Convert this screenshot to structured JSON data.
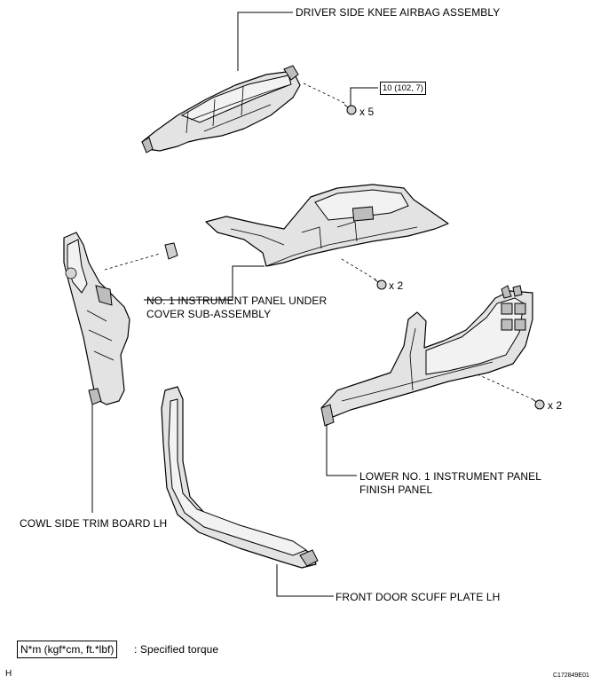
{
  "labels": {
    "knee_airbag": "DRIVER SIDE KNEE AIRBAG ASSEMBLY",
    "under_cover_line1": "NO. 1 INSTRUMENT PANEL UNDER",
    "under_cover_line2": "COVER SUB-ASSEMBLY",
    "finish_panel_line1": "LOWER NO. 1 INSTRUMENT PANEL",
    "finish_panel_line2": "FINISH PANEL",
    "cowl_trim": "COWL SIDE TRIM BOARD LH",
    "scuff_plate": "FRONT DOOR SCUFF PLATE LH"
  },
  "fasteners": {
    "airbag_bolts_qty": "x 5",
    "under_cover_screws_qty": "x 2",
    "finish_panel_screws_qty": "x 2"
  },
  "torque": {
    "airbag_bolts": "10 (102, 7)"
  },
  "legend": {
    "unit_box": "N*m (kgf*cm, ft.*lbf)",
    "description": ": Specified torque"
  },
  "corner": {
    "left_letter": "H",
    "figure_code": "C172849E01"
  }
}
